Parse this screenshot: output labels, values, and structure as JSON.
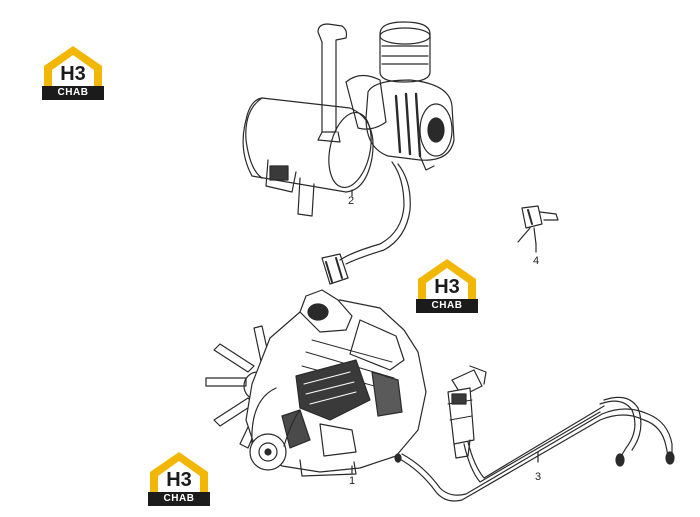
{
  "logo": {
    "mark": "H3",
    "word": "CHAB",
    "accent": "#f2b705",
    "dark": "#1b1b1b"
  },
  "callouts": [
    "1",
    "2",
    "3",
    "4"
  ],
  "parts": {
    "engine": "engine-assembly",
    "air_intake": "air-filter-and-exhaust",
    "fuel_line": "fuel-filter-and-lines",
    "bracket": "mounting-bracket"
  }
}
